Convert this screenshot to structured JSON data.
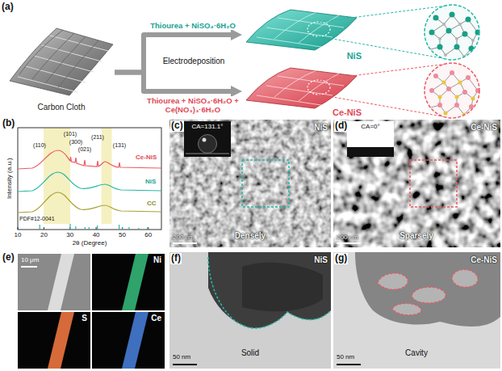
{
  "diagram": {
    "nodes": [
      {
        "text": [
          "Carbon Cloth"
        ]
      },
      {
        "text": [
          "NiS"
        ]
      },
      {
        "text": [
          "Ce-NiS"
        ]
      }
    ],
    "edges": [
      {
        "from": 0,
        "to": 1,
        "arrow": "to",
        "label": "Thiourea + NiSO₄·6H₂O"
      },
      {
        "from": 0,
        "to": 2,
        "arrow": "to",
        "label": "Thiourea + NiSO₄·6H₂O + Ce(NO₃)₃·6H₂O"
      }
    ],
    "labels": [
      "(a)",
      "Electrodeposition",
      "(b)",
      "(110)",
      "(101)",
      "(300)",
      "(021)",
      "(211)",
      "(131)",
      "Ce-NiS",
      "NiS",
      "CC",
      "PDF#12-0041",
      "Intensity (a.u.)",
      "10",
      "20",
      "30",
      "40",
      "50",
      "60",
      "2θ (Degree)",
      "(c)",
      "CA=131.1°",
      "NiS",
      "200 nm",
      "Densely",
      "(d)",
      "CA=0°",
      "Ce-NiS",
      "200 nm",
      "Sparsely",
      "(e)",
      "10 μm",
      "Ni",
      "S",
      "Ce",
      "(f)",
      "NiS",
      "Solid",
      "50 nm",
      "(g)",
      "Ce-NiS",
      "Cavity",
      "50 nm"
    ]
  }
}
